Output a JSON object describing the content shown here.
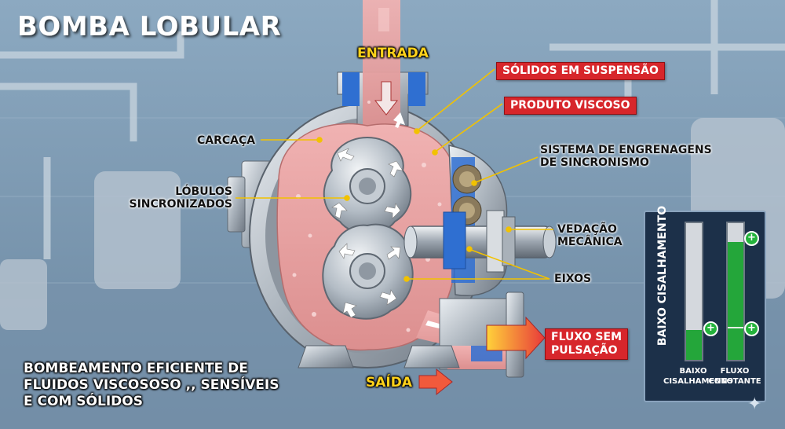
{
  "title": "BOMBA LOBULAR",
  "labels": {
    "entrada": "ENTRADA",
    "saida": "SAÍDA",
    "solidos": "SÓLIDOS EM SUSPENSÃO",
    "produto": "PRODUTO VISCOSO",
    "carcaca": "CARCAÇA",
    "lobulos_1": "LÓBULOS",
    "lobulos_2": "SINCRONIZADOS",
    "engrenagens_1": "SISTEMA DE ENGRENAGENS",
    "engrenagens_2": "DE SINCRONISMO",
    "vedacao_1": "VEDAÇÃO",
    "vedacao_2": "MECÂNICA",
    "eixos": "EIXOS",
    "fluxo_1": "FLUXO SEM",
    "fluxo_2": "PULSAÇÃO"
  },
  "footer": {
    "line1": "BOMBEAMENTO EFICIENTE DE",
    "line2": "FLUIDOS VISCOSOSO ,, SENSÍVEIS",
    "line3": "E COM SÓLIDOS"
  },
  "gauge": {
    "vertical_label": "BAIXO CISALHAMENTO",
    "cap1_line1": "BAIXO",
    "cap1_line2": "CISALHAMENTO",
    "cap2_line1": "FLUXO",
    "cap2_line2": "CONSTANTE",
    "cisalhamento_level": 0.22,
    "fluxo_level": 0.86,
    "fill_color": "#24a63a"
  },
  "icons": {
    "plus": "+",
    "sparkle": "✦"
  },
  "colors": {
    "fluid": "#e8a3a3",
    "housing": "#b7bec6",
    "seal": "#2f6fd1",
    "tag": "#d7262b",
    "yellow": "#ffd21a"
  }
}
